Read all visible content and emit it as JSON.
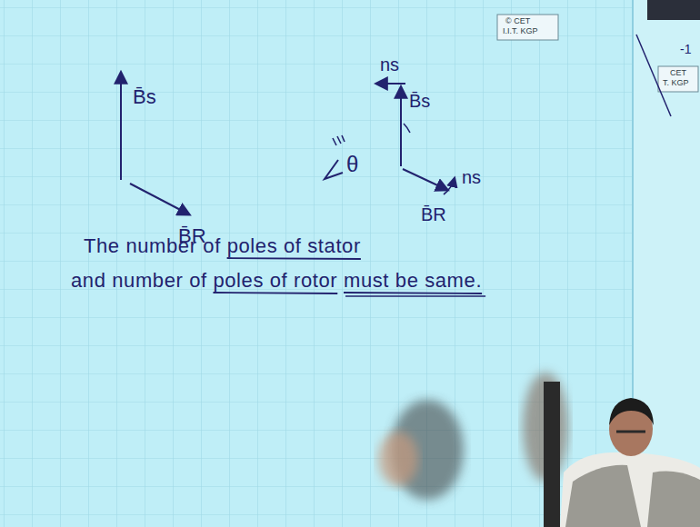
{
  "diagram": {
    "labels": [
      "© CET",
      "I.I.T. KGP",
      "CET",
      "T. KGP",
      "-1",
      "B̄s",
      "B̄R",
      "ns",
      "B̄s",
      "θ",
      "ns",
      "B̄R",
      "The number of poles of stator and number of poles of rotor must be same."
    ]
  }
}
